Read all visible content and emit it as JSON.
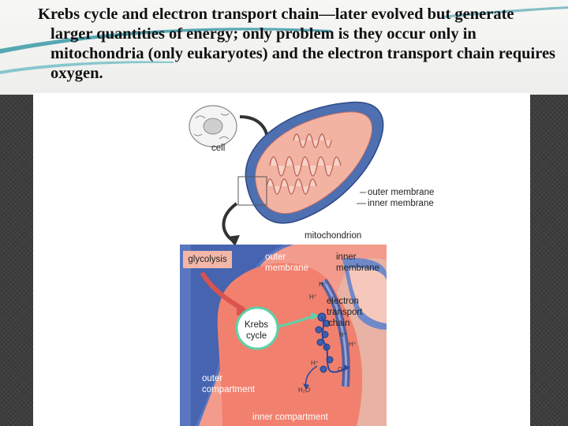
{
  "slide": {
    "title": "Krebs cycle and electron transport chain—later evolved but generate larger quantities of energy; only problem is they occur only in mitochondria (only eukaryotes) and the electron transport chain requires oxygen."
  },
  "figure": {
    "labels": {
      "cell": "cell",
      "outer_membrane_top": "outer membrane",
      "inner_membrane_top": "inner membrane",
      "mitochondrion": "mitochondrion",
      "glycolysis": "glycolysis",
      "outer_membrane_line1": "outer",
      "outer_membrane_line2": "membrane",
      "inner_membrane_line1": "inner",
      "inner_membrane_line2": "membrane",
      "etc_line1": "electron",
      "etc_line2": "transport",
      "etc_line3": "chain",
      "krebs_line1": "Krebs",
      "krebs_line2": "cycle",
      "outer_compartment_line1": "outer",
      "outer_compartment_line2": "compartment",
      "inner_compartment": "inner compartment",
      "o2": "O₂",
      "h2o": "H₂O",
      "h_plus": "H⁺"
    }
  }
}
